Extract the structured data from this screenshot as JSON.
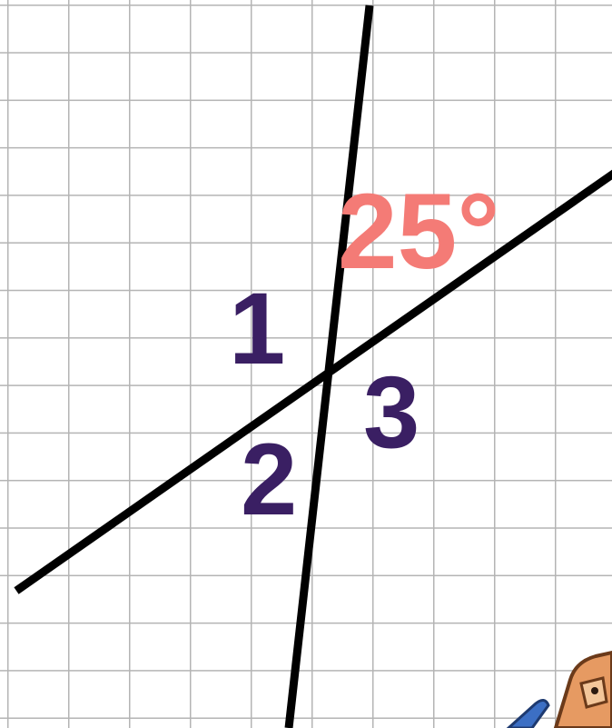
{
  "colors": {
    "grid": "#b4b4b4",
    "lines": "#000000",
    "angle_labels": "#3a1f63",
    "given_angle": "#f47b76",
    "figure_orange": "#e69a62",
    "figure_blue": "#3c6fc4"
  },
  "labels": {
    "angle_1": "1",
    "angle_2": "2",
    "angle_3": "3",
    "given_angle": "25°"
  },
  "icons": {
    "corner_figure": "cartoon-character-icon"
  }
}
